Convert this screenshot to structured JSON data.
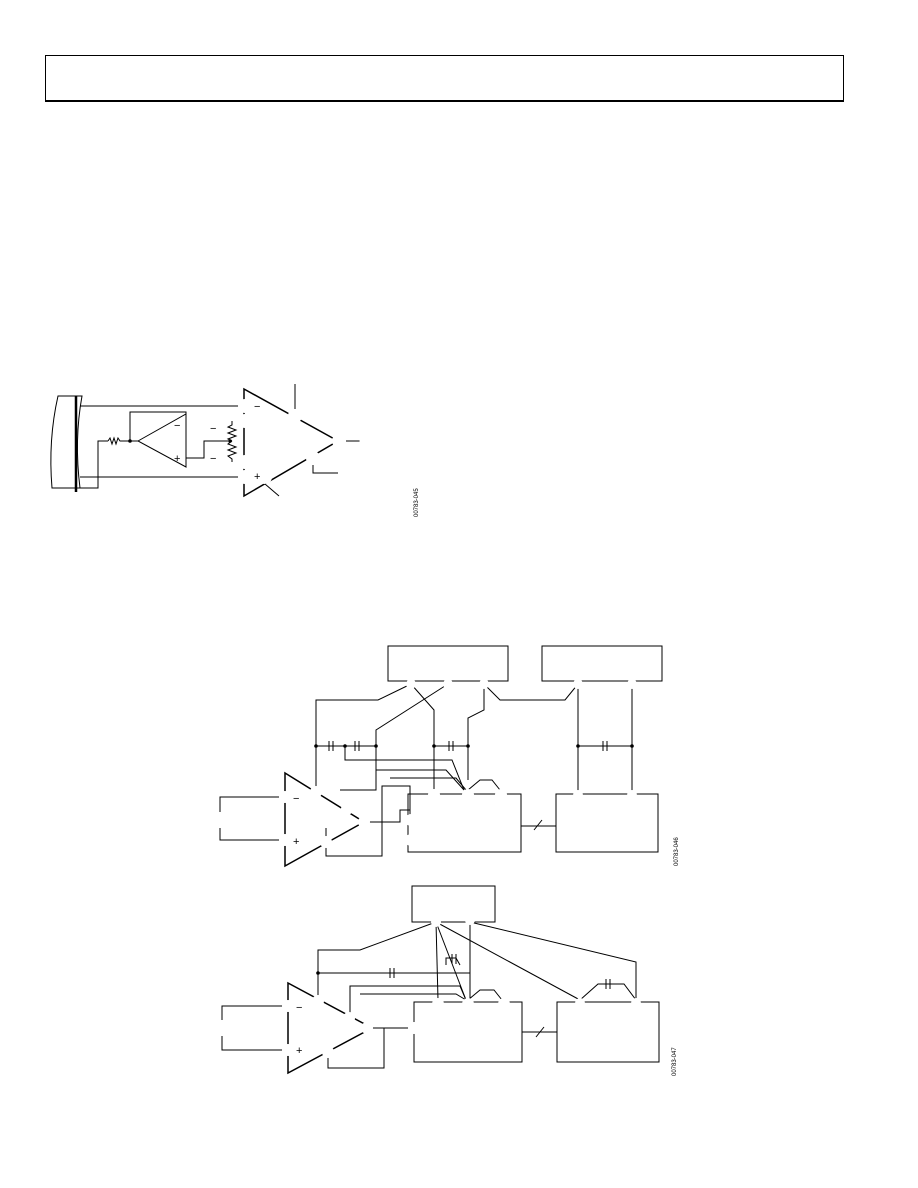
{
  "header": {
    "text": ""
  },
  "figures": [
    {
      "id": "shield-driver",
      "code": "00783-045",
      "signs": [
        "−",
        "+",
        "−",
        "−",
        "+"
      ]
    },
    {
      "id": "grounding-separate",
      "code": "00783-046",
      "signs": [
        "−",
        "+"
      ]
    },
    {
      "id": "grounding-single",
      "code": "00783-047",
      "signs": [
        "−",
        "+"
      ]
    }
  ]
}
